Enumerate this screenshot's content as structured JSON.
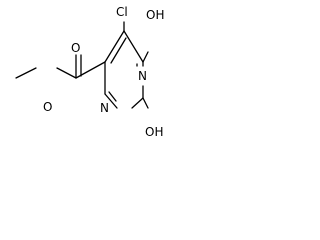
{
  "structure": {
    "atoms": {
      "cl": "Cl",
      "oh_top": "OH",
      "n_ring_top": "N",
      "n_ring_bottom": "N",
      "oh_bottom": "OH",
      "o_carbonyl": "O",
      "o_ester": "O"
    }
  }
}
